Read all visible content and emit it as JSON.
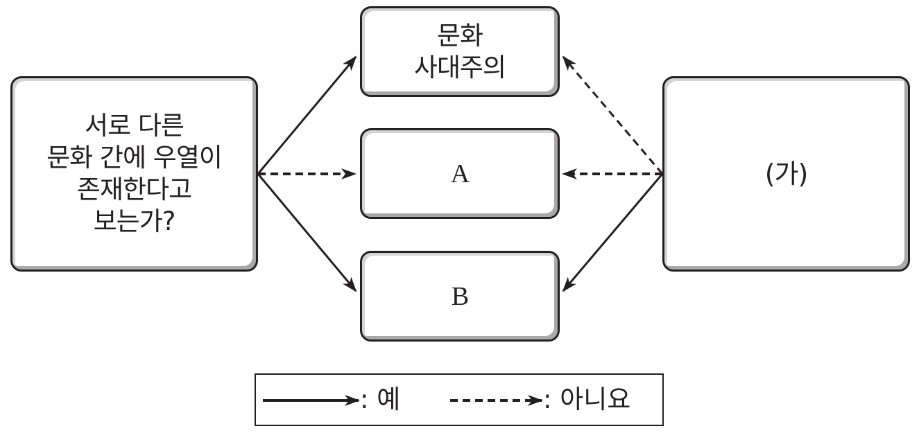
{
  "diagram": {
    "question": "서로 다른\n문화 간에 우열이\n존재한다고\n보는가?",
    "right_box": "(가)",
    "outcomes": {
      "top": "문화\n사대주의",
      "middle": "A",
      "bottom": "B"
    },
    "edges": [
      {
        "from": "question",
        "to": "top",
        "type": "yes"
      },
      {
        "from": "question",
        "to": "middle",
        "type": "no"
      },
      {
        "from": "question",
        "to": "bottom",
        "type": "yes"
      },
      {
        "from": "right_box",
        "to": "top",
        "type": "no"
      },
      {
        "from": "right_box",
        "to": "middle",
        "type": "no"
      },
      {
        "from": "right_box",
        "to": "bottom",
        "type": "yes"
      }
    ],
    "legend": {
      "yes_label": ": 예",
      "no_label": ": 아니요"
    },
    "colors": {
      "stroke": "#231f20",
      "box_shadow": "#a9a9a9"
    }
  }
}
